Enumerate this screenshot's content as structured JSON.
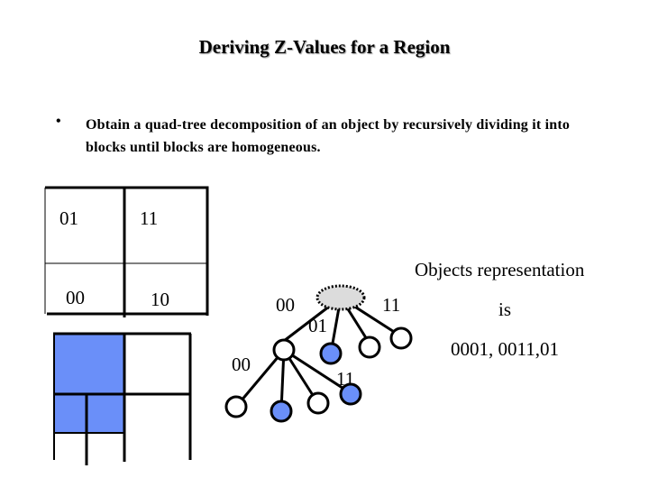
{
  "slide": {
    "title": "Deriving Z-Values for a Region",
    "bullet_marker": "•",
    "bullet_text": "Obtain a quad-tree decomposition of an object by recursively dividing it into blocks until blocks are homogeneous."
  },
  "quadrant_grid": {
    "top_left": "01",
    "top_right": "11",
    "bottom_left": "00",
    "bottom_right": "10"
  },
  "tree": {
    "label_00_right": "00",
    "label_01": "01",
    "label_11": "11",
    "label_00_left": "00",
    "label_11_lower": "11"
  },
  "representation": {
    "heading": "Objects representation",
    "is_word": "is",
    "value": "0001, 0011,01"
  },
  "colors": {
    "fill_blue": "#6a8ff9",
    "root_fill": "#dcdcdc"
  }
}
